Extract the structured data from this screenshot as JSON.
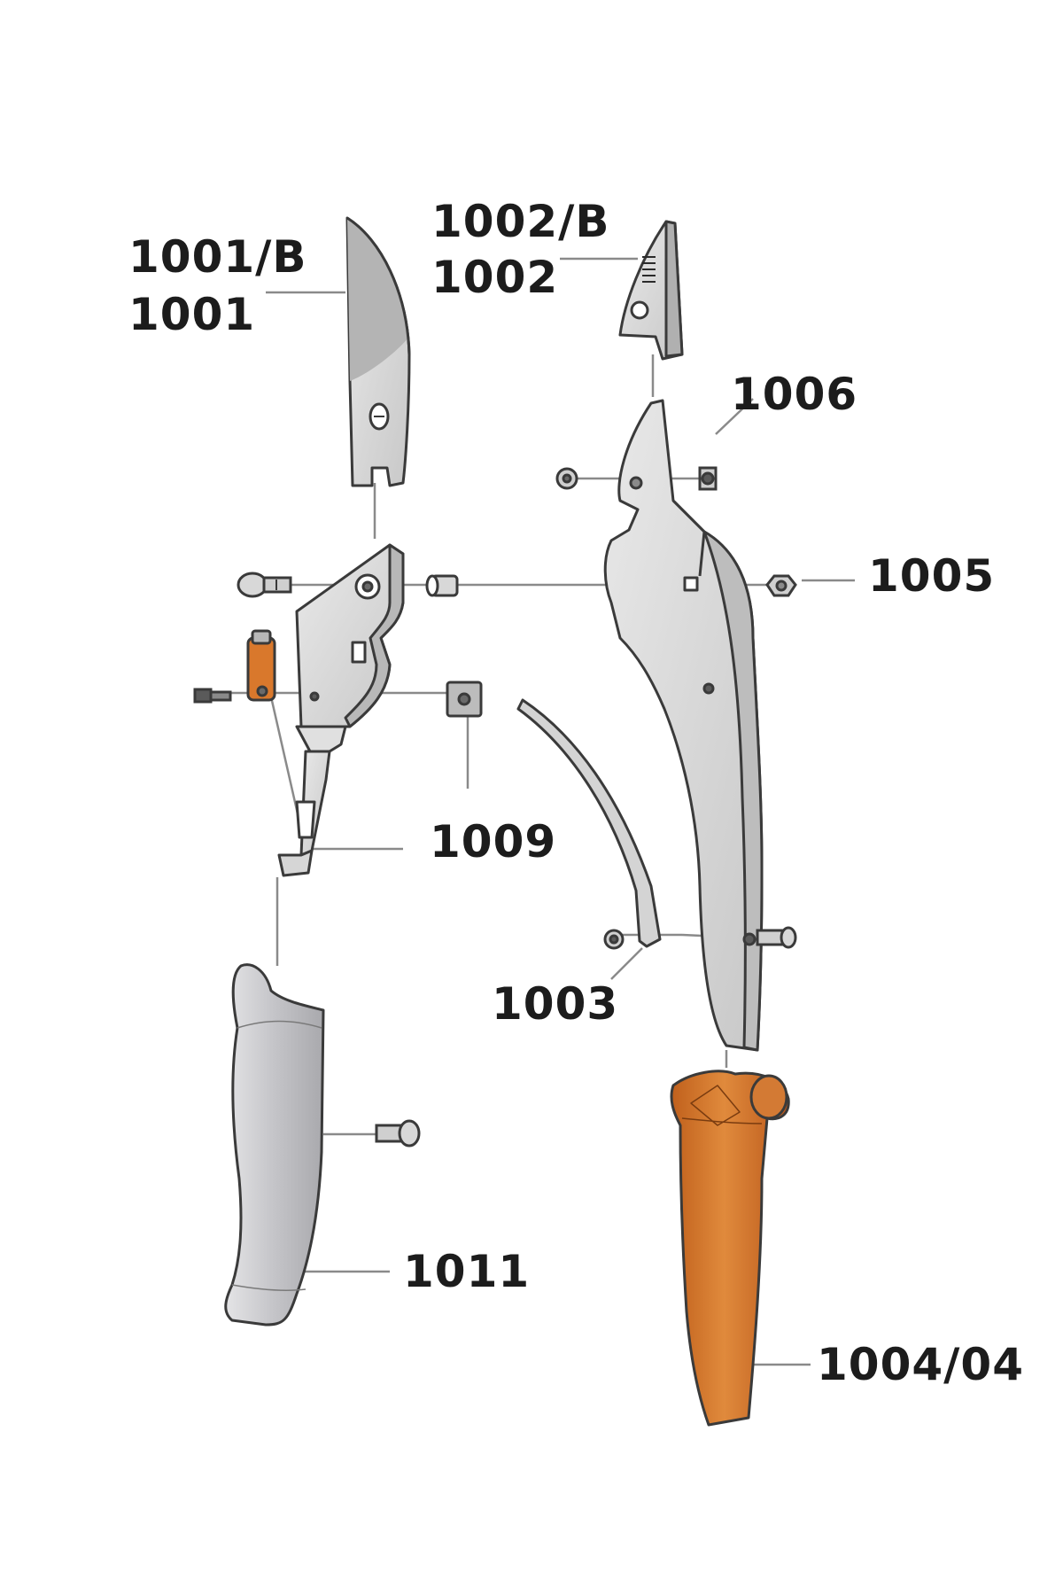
{
  "labels": {
    "p1001b": "1001/B",
    "p1001": "1001",
    "p1002b": "1002/B",
    "p1002": "1002",
    "p1006": "1006",
    "p1005": "1005",
    "p1009": "1009",
    "p1003": "1003",
    "p1011": "1011",
    "p1004": "1004/04"
  },
  "colors": {
    "outline": "#3a3a3a",
    "metal": "#d9d9d9",
    "metal_dark": "#b8b8b8",
    "grip_grey": "#c9c9cc",
    "grip_orange": "#d9782c",
    "leader": "#8a8a8a",
    "label_text": "#1c1c1c"
  }
}
